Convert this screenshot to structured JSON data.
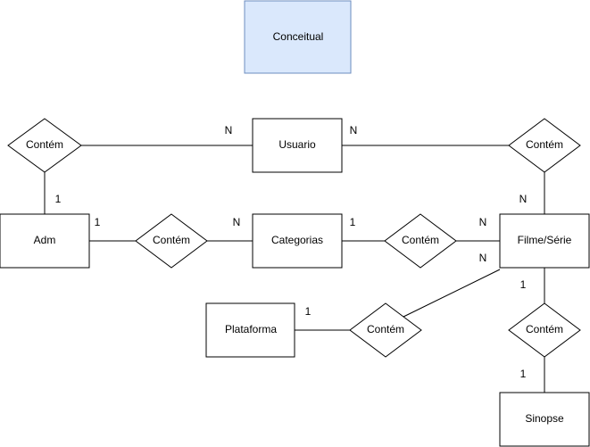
{
  "title": "Conceitual",
  "entities": {
    "usuario": "Usuario",
    "adm": "Adm",
    "categorias": "Categorias",
    "filme_serie": "Filme/Série",
    "plataforma": "Plataforma",
    "sinopse": "Sinopse"
  },
  "relationships": {
    "r_adm_usuario": "Contém",
    "r_usuario_filme": "Contém",
    "r_adm_categorias": "Contém",
    "r_categorias_filme": "Contém",
    "r_plataforma_filme": "Contém",
    "r_filme_sinopse": "Contém"
  },
  "cardinalities": {
    "usuario_left": "N",
    "usuario_right": "N",
    "adm_top": "1",
    "adm_right": "1",
    "categorias_left": "N",
    "categorias_right": "1",
    "filme_top": "N",
    "filme_left": "N",
    "filme_left_low": "N",
    "filme_bottom": "1",
    "plataforma_right": "1",
    "sinopse_top": "1"
  }
}
